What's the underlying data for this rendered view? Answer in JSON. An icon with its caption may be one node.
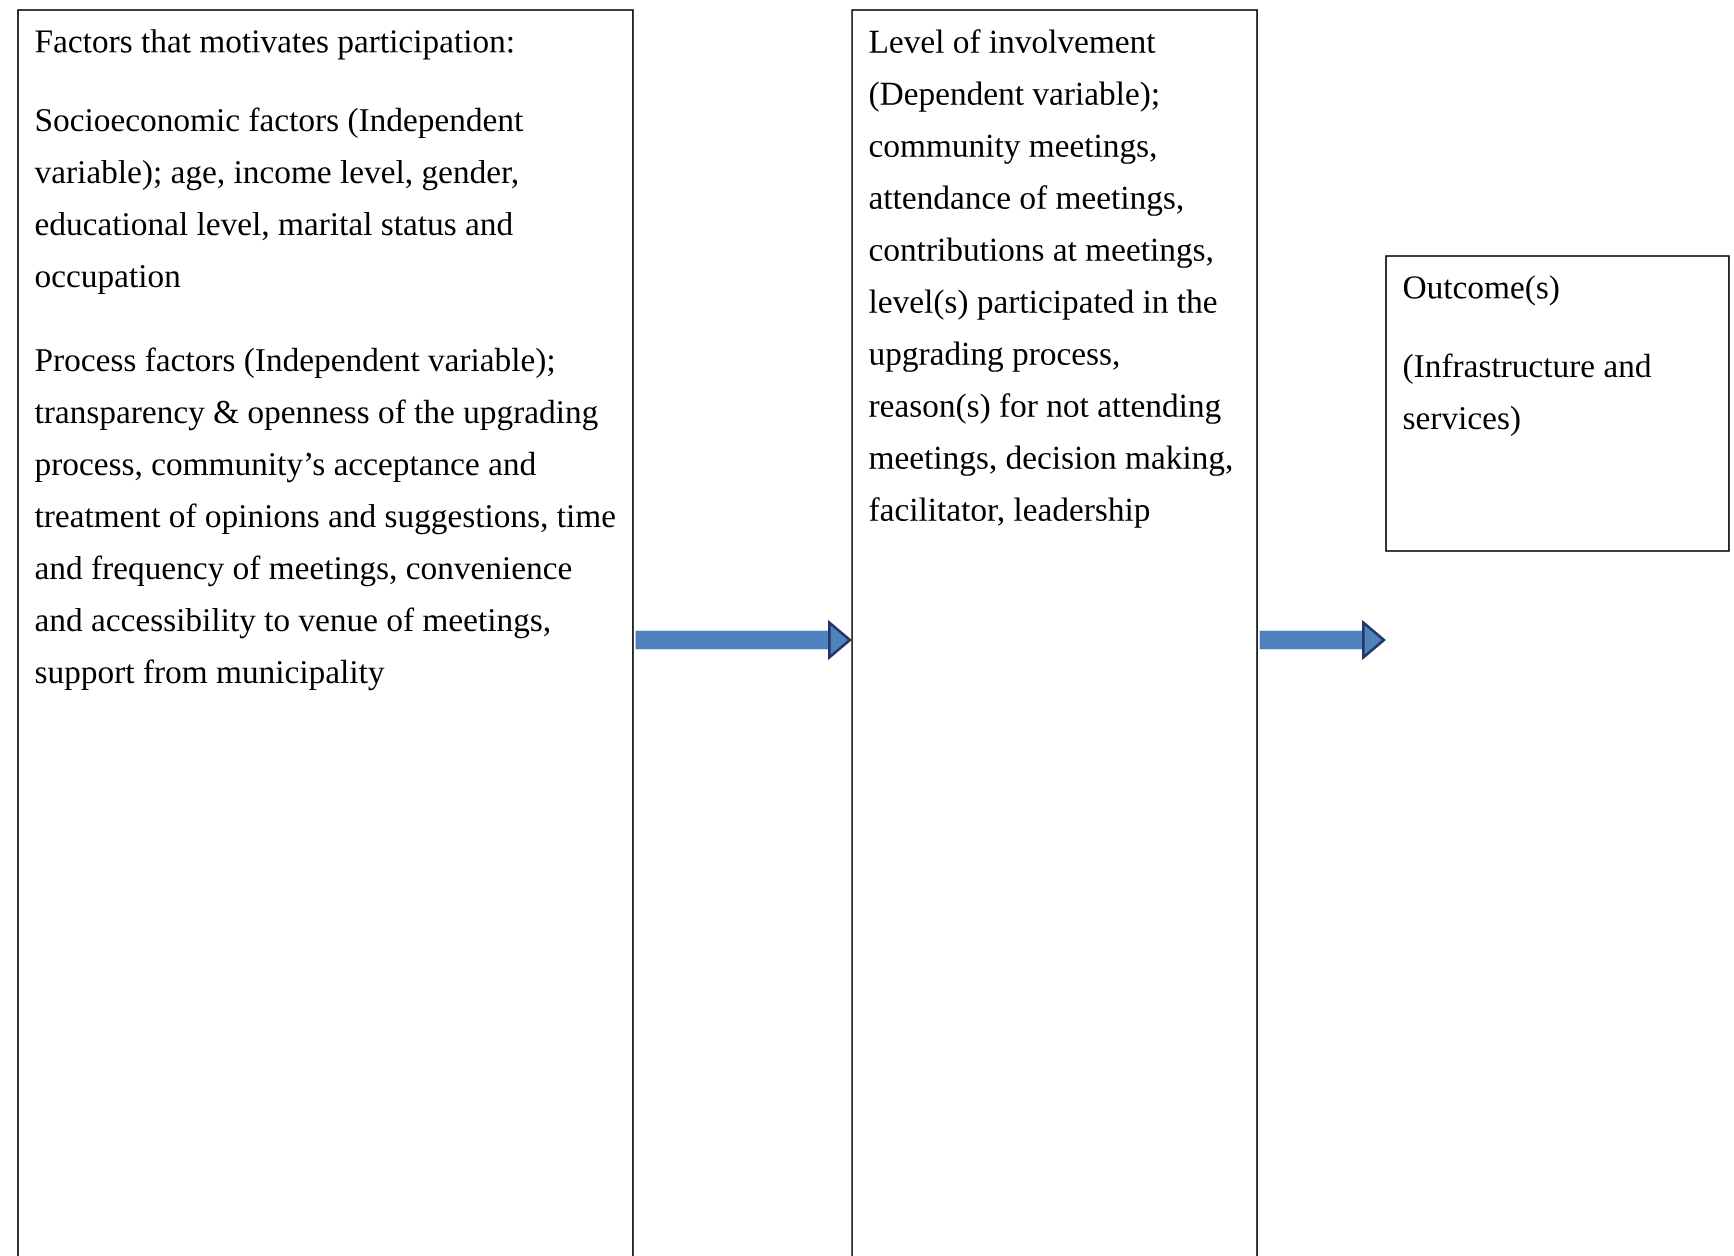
{
  "diagram": {
    "nodes": [
      {
        "text": [
          "Factors that motivates participation:",
          "Socioeconomic factors (Independent variable); age, income level, gender, educational level, marital status and occupation",
          "Process factors (Independent variable); transparency & openness of the upgrading process, community’s acceptance and treatment of opinions and suggestions, time and frequency of meetings, convenience and accessibility to venue of meetings, support from municipality"
        ]
      },
      {
        "text": [
          "Level of involvement (Dependent variable); community meetings, attendance of meetings, contributions at meetings, level(s) participated in the upgrading process, reason(s) for not attending meetings, decision making, facilitator, leadership"
        ]
      },
      {
        "text": [
          "Outcome(s)",
          "(Infrastructure and services)"
        ]
      }
    ],
    "edges": [
      {
        "from": 0,
        "to": 1,
        "arrow": "to"
      },
      {
        "from": 1,
        "to": 2,
        "arrow": "to"
      }
    ]
  }
}
